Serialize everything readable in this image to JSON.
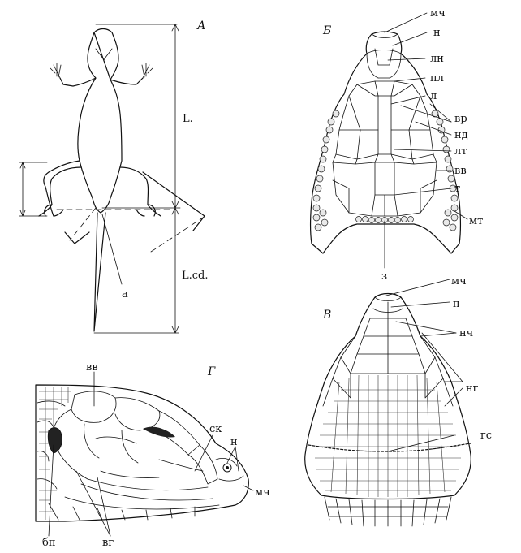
{
  "panels": {
    "a": {
      "letter": "А",
      "labels": {
        "L": "L.",
        "Lcd": "L.cd.",
        "a": "а"
      }
    },
    "b": {
      "letter": "Б",
      "labels": [
        "мч",
        "н",
        "лн",
        "пл",
        "л",
        "вр",
        "нд",
        "лт",
        "вв",
        "т",
        "мт",
        "з"
      ]
    },
    "v": {
      "letter": "В",
      "labels": [
        "мч",
        "п",
        "нч",
        "нг",
        "гс"
      ]
    },
    "g": {
      "letter": "Г",
      "labels": [
        "вв",
        "ск",
        "н",
        "мч",
        "бп",
        "вг"
      ]
    }
  },
  "colors": {
    "ink": "#111111",
    "paper": "#ffffff",
    "scale_fill": "#e9e9e9"
  }
}
